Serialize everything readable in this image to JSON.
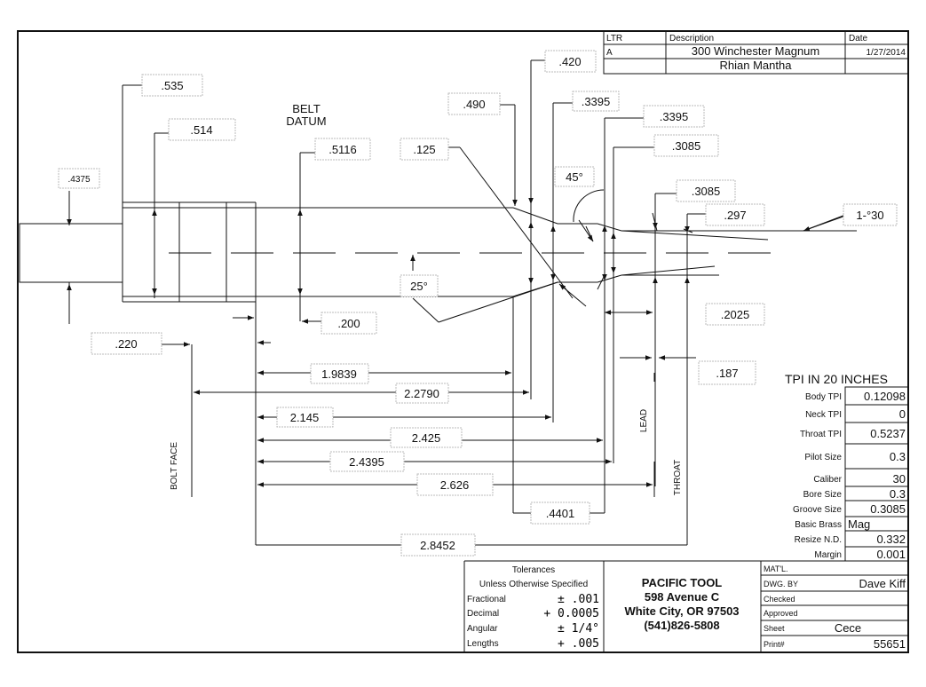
{
  "revision": {
    "headers": {
      "ltr": "LTR",
      "description": "Description",
      "date": "Date"
    },
    "row": {
      "ltr": "A",
      "description": "300 Winchester Magnum",
      "date": "1/27/2014"
    },
    "author": "Rhian Mantha"
  },
  "dimensions": {
    "d_420": ".420",
    "d_535": ".535",
    "d_514": ".514",
    "d_4375": ".4375",
    "belt": "BELT",
    "datum": "DATUM",
    "d_5116": ".5116",
    "d_490": ".490",
    "d_3395a": ".3395",
    "d_3395b": ".3395",
    "d_125": ".125",
    "d_3085a": ".3085",
    "angle_45": "45°",
    "d_3085b": ".3085",
    "d_297": ".297",
    "taper": "1-°30",
    "angle_25": "25°",
    "d_200": ".200",
    "d_2025": ".2025",
    "d_220": ".220",
    "d_187": ".187",
    "l_19839": "1.9839",
    "l_22790": "2.2790",
    "l_2145": "2.145",
    "l_2425": "2.425",
    "l_24395": "2.4395",
    "l_2626": "2.626",
    "l_4401": ".4401",
    "l_28452": "2.8452",
    "bolt_face": "BOLT FACE",
    "lead": "LEAD",
    "throat": "THROAT"
  },
  "tpi": {
    "title": "TPI IN 20  INCHES",
    "rows": [
      {
        "label": "Body TPI",
        "value": "0.12098"
      },
      {
        "label": "Neck TPI",
        "value": "0"
      },
      {
        "label": "Throat TPI",
        "value": "0.5237"
      },
      {
        "label": "Pilot Size",
        "value": "0.3"
      },
      {
        "label": "Caliber",
        "value": "30"
      },
      {
        "label": "Bore Size",
        "value": "0.3"
      },
      {
        "label": "Groove Size",
        "value": "0.3085"
      },
      {
        "label": "Basic Brass",
        "value": "Mag"
      },
      {
        "label": "Resize N.D.",
        "value": "0.332"
      },
      {
        "label": "Margin",
        "value": "0.001"
      }
    ]
  },
  "tolerances": {
    "title": "Tolerances",
    "subtitle": "Unless Otherwise Specified",
    "rows": [
      {
        "label": "Fractional",
        "value": "± .001"
      },
      {
        "label": "Decimal",
        "value": "+ 0.0005"
      },
      {
        "label": "Angular",
        "value": "± 1/4°"
      },
      {
        "label": "Lengths",
        "value": "+ .005"
      }
    ]
  },
  "company": {
    "name": "PACIFIC TOOL",
    "address": "598 Avenue C",
    "city": "White City, OR 97503",
    "phone": "(541)826-5808"
  },
  "title_block": {
    "matl": "MAT'L.",
    "dwg_by_label": "DWG. BY",
    "dwg_by": "Dave Kiff",
    "checked_label": "Checked",
    "approved_label": "Approved",
    "sheet_label": "Sheet",
    "sheet": "Cece",
    "print_label": "Print#",
    "print": "55651"
  }
}
